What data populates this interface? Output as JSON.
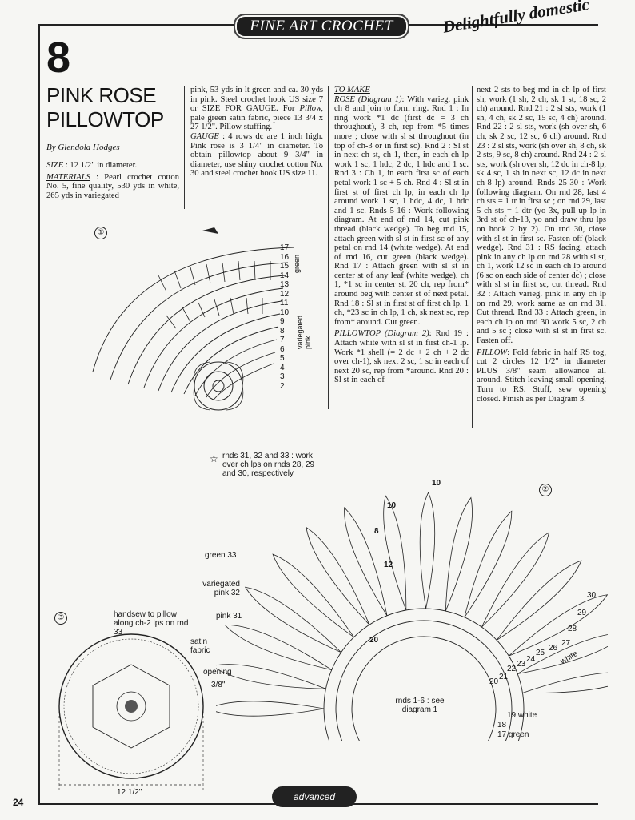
{
  "header": {
    "banner": "FINE ART CROCHET",
    "tagline": "Delightfully domestic"
  },
  "pattern": {
    "number": "8",
    "title": "PINK ROSE PILLOWTOP",
    "byline": "By Glendola Hodges"
  },
  "column1": {
    "size_label": "SIZE",
    "size_text": ": 12 1/2\" in diameter.",
    "materials_label": "MATERIALS",
    "materials_text": ": Pearl crochet cotton No. 5, fine quality, 530 yds in white, 265 yds in variegated"
  },
  "column2": {
    "p1": "pink, 53 yds in lt green and ca. 30 yds in pink. Steel crochet hook US size 7 or SIZE FOR GAUGE. For",
    "p1_pillow_label": "Pillow,",
    "p1_rest": "pale green satin fabric, piece 13 3/4 x 27 1/2\". Pillow stuffing.",
    "gauge_label": "GAUGE",
    "gauge_text": ": 4 rows dc are 1 inch high. Pink rose is 3 1/4\" in diameter. To obtain pillowtop about 9 3/4\" in diameter, use shiny crochet cotton No. 30 and steel crochet hook US size 11."
  },
  "column3": {
    "heading": "TO MAKE",
    "rose_label": "ROSE (Diagram 1)",
    "rose_text": ": With varieg. pink ch 8 and join to form ring. Rnd 1 : In ring work *1 dc (first dc = 3 ch throughout), 3 ch, rep from *5 times more ; close with sl st throughout (in top of ch-3 or in first sc). Rnd 2 : Sl st in next ch st, ch 1, then, in each ch lp work 1 sc, 1 hdc, 2 dc, 1 hdc and 1 sc. Rnd 3 : Ch 1, in each first sc of each petal work 1 sc + 5 ch. Rnd 4 : Sl st in first st of first ch lp, in each ch lp around work 1 sc, 1 hdc, 4 dc, 1 hdc and 1 sc. Rnds 5-16 : Work following diagram. At end of rnd 14, cut pink thread (black wedge). To beg rnd 15, attach green with sl st in first sc of any petal on rnd 14 (white wedge). At end of rnd 16, cut green (black wedge). Rnd 17 : Attach green with sl st in center st of any leaf (white wedge), ch 1, *1 sc in center st, 20 ch, rep from* around beg with center st of next petal. Rnd 18 : Sl st in first st of first ch lp, 1 ch, *23 sc in ch lp, 1 ch, sk next sc, rep from* around. Cut green.",
    "pillowtop_label": "PILLOWTOP (Diagram 2)",
    "pillowtop_text": ": Rnd 19 : Attach white with sl st in first ch-1 lp. Work *1 shell (= 2 dc + 2 ch + 2 dc over ch-1), sk next 2 sc, 1 sc in each of next 20 sc, rep from *around. Rnd 20 : Sl st in each of"
  },
  "column4": {
    "p1": "next 2 sts to beg rnd in ch lp of first sh, work (1 sh, 2 ch, sk 1 st, 18 sc, 2 ch) around. Rnd 21 : 2 sl sts, work (1 sh, 4 ch, sk 2 sc, 15 sc, 4 ch) around. Rnd 22 : 2 sl sts, work (sh over sh, 6 ch, sk 2 sc, 12 sc, 6 ch) around. Rnd 23 : 2 sl sts, work (sh over sh, 8 ch, sk 2 sts, 9 sc, 8 ch) around. Rnd 24 : 2 sl sts, work (sh over sh, 12 dc in ch-8 lp, sk 4 sc, 1 sh in next sc, 12 dc in next ch-8 lp) around. Rnds 25-30 : Work following diagram. On rnd 28, last 4 ch sts = 1 tr in first sc ; on rnd 29, last 5 ch sts = 1 dtr (yo 3x, pull up lp in 3rd st of ch-13, yo and draw thru lps on hook 2 by 2). On rnd 30, close with sl st in first sc. Fasten off (black wedge). Rnd 31 : RS facing, attach pink in any ch lp on rnd 28 with sl st, ch 1, work 12 sc in each ch lp around (6 sc on each side of center dc) ; close with sl st in first sc, cut thread. Rnd 32 : Attach varieg. pink in any ch lp on rnd 29, work same as on rnd 31. Cut thread. Rnd 33 : Attach green, in each ch lp on rnd 30 work 5 sc, 2 ch and 5 sc ; close with sl st in first sc. Fasten off.",
    "pillow_label": "PILLOW",
    "pillow_text": ": Fold fabric in half RS tog, cut 2 circles 12 1/2\" in diameter PLUS 3/8\" seam allowance all around. Stitch leaving small opening. Turn to RS. Stuff, sew opening closed. Finish as per Diagram 3."
  },
  "diagram1": {
    "marker": "①",
    "labels": [
      "17",
      "16",
      "15",
      "14",
      "13",
      "12",
      "11",
      "10",
      "9",
      "8",
      "7",
      "6",
      "5",
      "4",
      "3",
      "2"
    ],
    "bracket_green": "green",
    "bracket_varieg": "variegated pink"
  },
  "diagram2": {
    "marker": "②",
    "note_star": "☆",
    "note": "rnds 31, 32 and 33 : work over ch lps on rnds 28, 29 and 30, respectively",
    "left_labels": [
      "green 33",
      "variegated pink 32",
      "pink 31"
    ],
    "right_numbers": [
      "30",
      "29",
      "28",
      "27",
      "26",
      "25",
      "24",
      "23",
      "22",
      "21",
      "20"
    ],
    "white_label": "white",
    "bottom_labels": [
      "19 white",
      "18",
      "17 green"
    ],
    "center_note": "rnds 1-6 : see diagram 1",
    "top_numbers": [
      "10",
      "10",
      "8",
      "12",
      "20"
    ]
  },
  "diagram3": {
    "marker": "③",
    "handsew": "handsew to pillow along ch-2 lps on rnd 33",
    "satin": "satin fabric",
    "opening": "opening",
    "seam": "3/8\"",
    "width": "12 1/2\""
  },
  "footer": {
    "page": "24",
    "level": "advanced"
  }
}
